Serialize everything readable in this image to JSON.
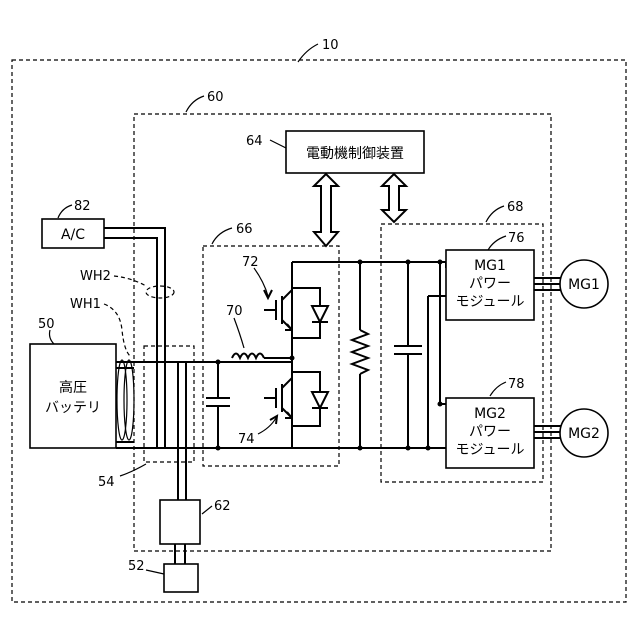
{
  "refs": {
    "r10": "10",
    "r60": "60",
    "r64": "64",
    "r66": "66",
    "r68": "68",
    "r82": "82",
    "r50": "50",
    "r54": "54",
    "r62": "62",
    "r52": "52",
    "r70": "70",
    "r72": "72",
    "r74": "74",
    "r76": "76",
    "r78": "78",
    "wh1": "WH1",
    "wh2": "WH2"
  },
  "labels": {
    "ac": "A/C",
    "motor_controller": "電動機制御装置",
    "battery_line1": "高圧",
    "battery_line2": "バッテリ",
    "mg1_module_line1": "MG1",
    "mg1_module_line2": "パワー",
    "mg1_module_line3": "モジュール",
    "mg2_module_line1": "MG2",
    "mg2_module_line2": "パワー",
    "mg2_module_line3": "モジュール",
    "mg1": "MG1",
    "mg2": "MG2"
  }
}
